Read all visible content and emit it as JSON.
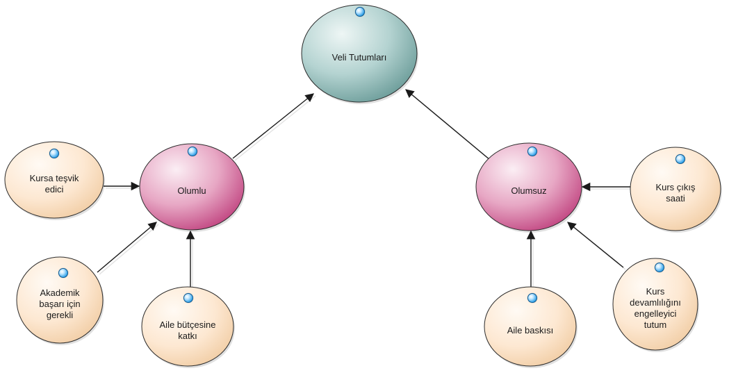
{
  "nodes": {
    "root": {
      "label": "Veli Tutumları"
    },
    "positive": {
      "label": "Olumlu"
    },
    "negative": {
      "label": "Olumsuz"
    },
    "pos_1": {
      "label": "Kursa teşvik\nedici"
    },
    "pos_2": {
      "label": "Akademik\nbaşarı için\ngerekli"
    },
    "pos_3": {
      "label": "Aile bütçesine\nkatkı"
    },
    "neg_1": {
      "label": "Kurs çıkış\nsaati"
    },
    "neg_2": {
      "label": "Aile baskısı"
    },
    "neg_3": {
      "label": "Kurs\ndevamlılığını\nengelleyici\ntutum"
    }
  },
  "colors": {
    "root_fill": "#9fc6c4",
    "group_fill": "#dc7ba6",
    "leaf_fill": "#fde6cd",
    "edge": "#1a1a1a",
    "marker": "#3aa6ea"
  }
}
